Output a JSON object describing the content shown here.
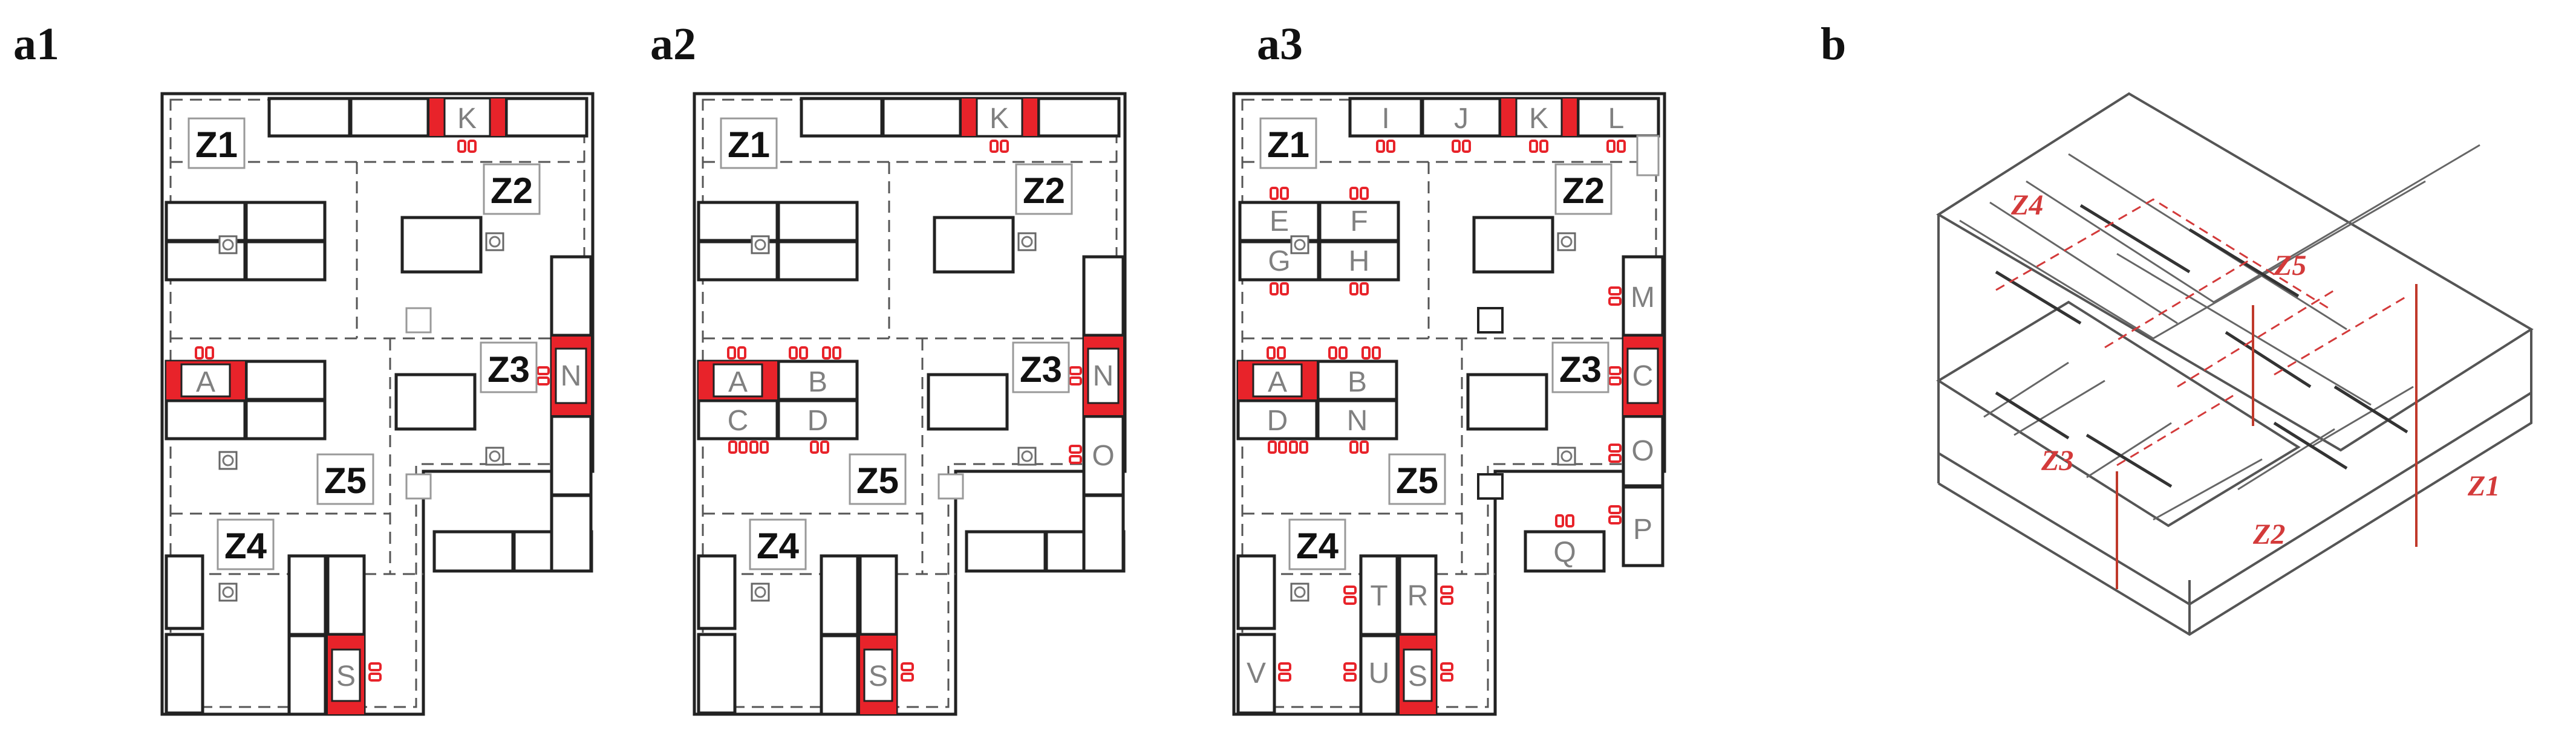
{
  "panels": {
    "a1": {
      "label": "a1",
      "zones": [
        "Z1",
        "Z2",
        "Z3",
        "Z4",
        "Z5"
      ],
      "workstations": [
        "K",
        "A",
        "N",
        "S"
      ]
    },
    "a2": {
      "label": "a2",
      "zones": [
        "Z1",
        "Z2",
        "Z3",
        "Z4",
        "Z5"
      ],
      "workstations": [
        "K",
        "A",
        "B",
        "C",
        "D",
        "N",
        "O",
        "S"
      ]
    },
    "a3": {
      "label": "a3",
      "zones": [
        "Z1",
        "Z2",
        "Z3",
        "Z4",
        "Z5"
      ],
      "workstations": [
        "I",
        "J",
        "K",
        "L",
        "E",
        "F",
        "G",
        "H",
        "M",
        "A",
        "B",
        "C",
        "D",
        "N",
        "O",
        "P",
        "Q",
        "T",
        "R",
        "V",
        "U",
        "S"
      ]
    },
    "b": {
      "label": "b",
      "zones": [
        "Z4",
        "Z5",
        "Z3",
        "Z2",
        "Z1"
      ]
    }
  },
  "colors": {
    "occupied": "#e8232a",
    "wall": "#222222",
    "dashed_zone_line": "#555555",
    "desk_label": "#808080",
    "iso_zone": "#d33a3a"
  }
}
